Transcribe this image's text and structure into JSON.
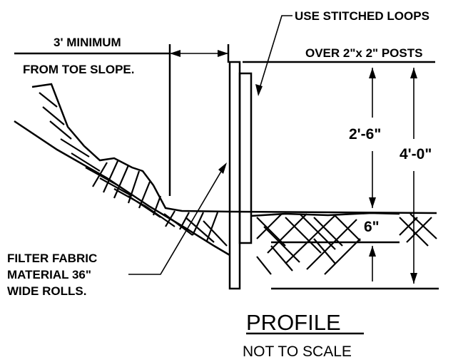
{
  "labels": {
    "stitched_loops_1": "USE STITCHED LOOPS",
    "stitched_loops_2": "OVER 2\"x 2\" POSTS",
    "minimum_1": "3' MINIMUM",
    "minimum_2": "FROM TOE SLOPE.",
    "fabric_1": "FILTER FABRIC",
    "fabric_2": "MATERIAL 36\"",
    "fabric_3": "WIDE ROLLS."
  },
  "dimensions": {
    "above_ground": "2'-6\"",
    "total_height": "4'-0\"",
    "embed_depth": "6\""
  },
  "title": "PROFILE",
  "subtitle": "NOT TO SCALE"
}
